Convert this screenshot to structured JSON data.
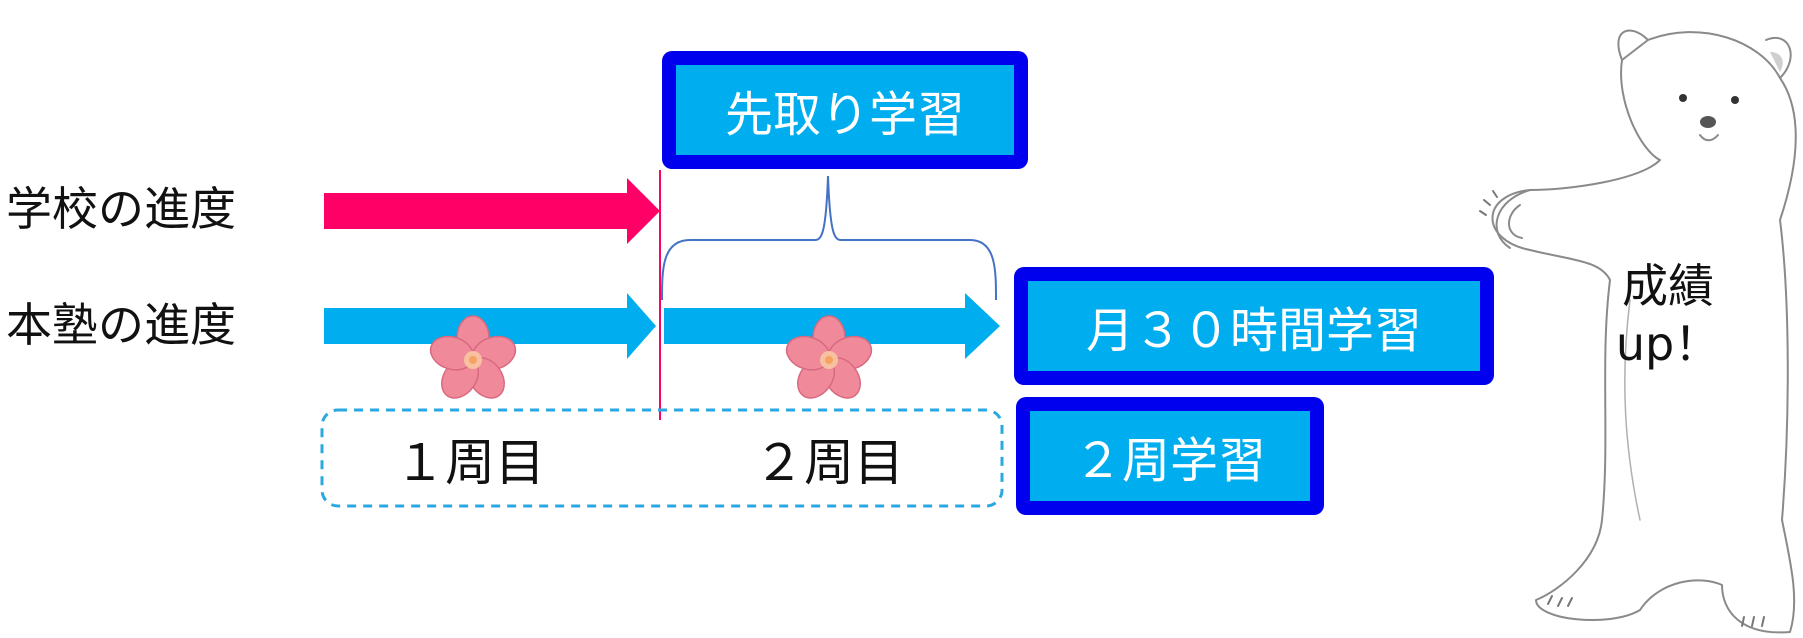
{
  "rows": {
    "school": "学校の進度",
    "juku": "本塾の進度"
  },
  "boxes": {
    "advance": "先取り学習",
    "monthly": "月３０時間学習",
    "twice": "２周学習"
  },
  "laps": {
    "first": "１周目",
    "second": "２周目"
  },
  "bear": {
    "line1": "成績",
    "line2": "up！"
  },
  "colors": {
    "school_arrow": "#ff0066",
    "juku_arrow": "#00aeef",
    "box_border": "#0000ee",
    "box_fill": "#00aeef",
    "divider": "#ff0066",
    "brace": "#4472c4",
    "dashed_border": "#2ba8e0",
    "flower": "#f08a9a"
  }
}
